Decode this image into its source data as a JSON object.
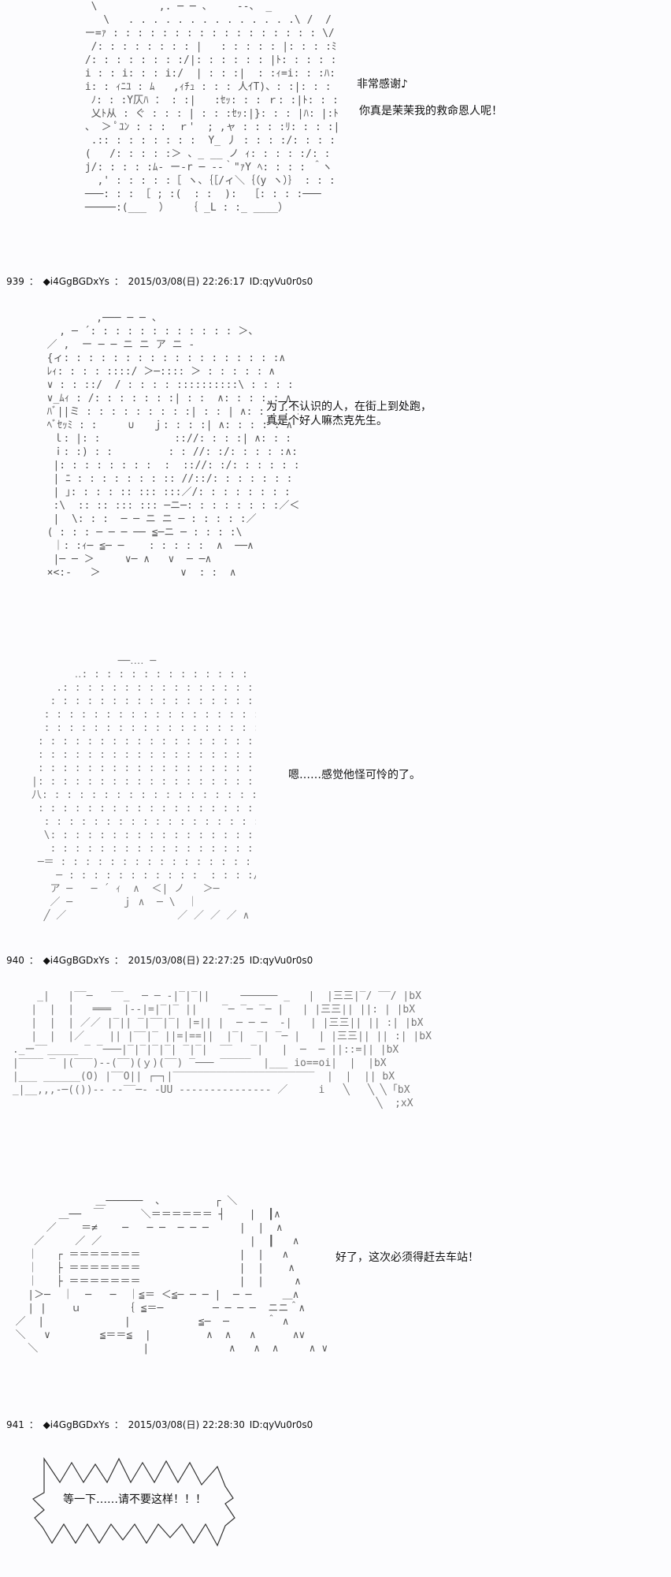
{
  "dialogs": {
    "d1_line1": "非常感谢♪",
    "d1_line2": "你真是茉茉我的救命恩人呢！",
    "d2_line1": "为了不认识的人，在街上到处跑，",
    "d2_line2": "真是个好人嘛杰克先生。",
    "d3_line1": "嗯……感觉他怪可怜的了。",
    "d4_line1": "好了，这次必须得赶去车站！",
    "d5_line1": "等一下……请不要这样！！！"
  },
  "posts": [
    {
      "number": "939",
      "separator": "：",
      "trip": "◆i4GgBGDxYs",
      "datetime": "2015/03/08(日) 22:26:17",
      "id": "ID:qyVu0r0s0"
    },
    {
      "number": "940",
      "separator": "：",
      "trip": "◆i4GgBGDxYs",
      "datetime": "2015/03/08(日) 22:27:25",
      "id": "ID:qyVu0r0s0"
    },
    {
      "number": "941",
      "separator": "：",
      "trip": "◆i4GgBGDxYs",
      "datetime": "2015/03/08(日) 22:28:30",
      "id": "ID:qyVu0r0s0"
    }
  ],
  "icons": {
    "ascii_art": "ascii-art-figure",
    "shout_bubble": "spiky-speech-bubble"
  }
}
